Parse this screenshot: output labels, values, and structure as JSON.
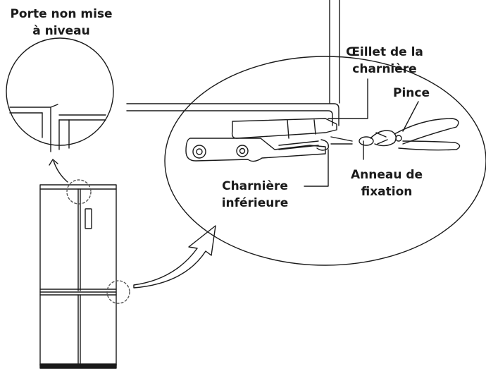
{
  "labels": {
    "door_not_level": [
      "Porte non mise",
      "à niveau"
    ],
    "hinge_eyelet": [
      "Œillet de la",
      "charnière"
    ],
    "pliers": "Pince",
    "retaining_ring": [
      "Anneau de",
      "fixation"
    ],
    "lower_hinge": [
      "Charnière",
      "inférieure"
    ]
  },
  "colors": {
    "line": "#1a1a1a",
    "dashed": "#555555"
  }
}
